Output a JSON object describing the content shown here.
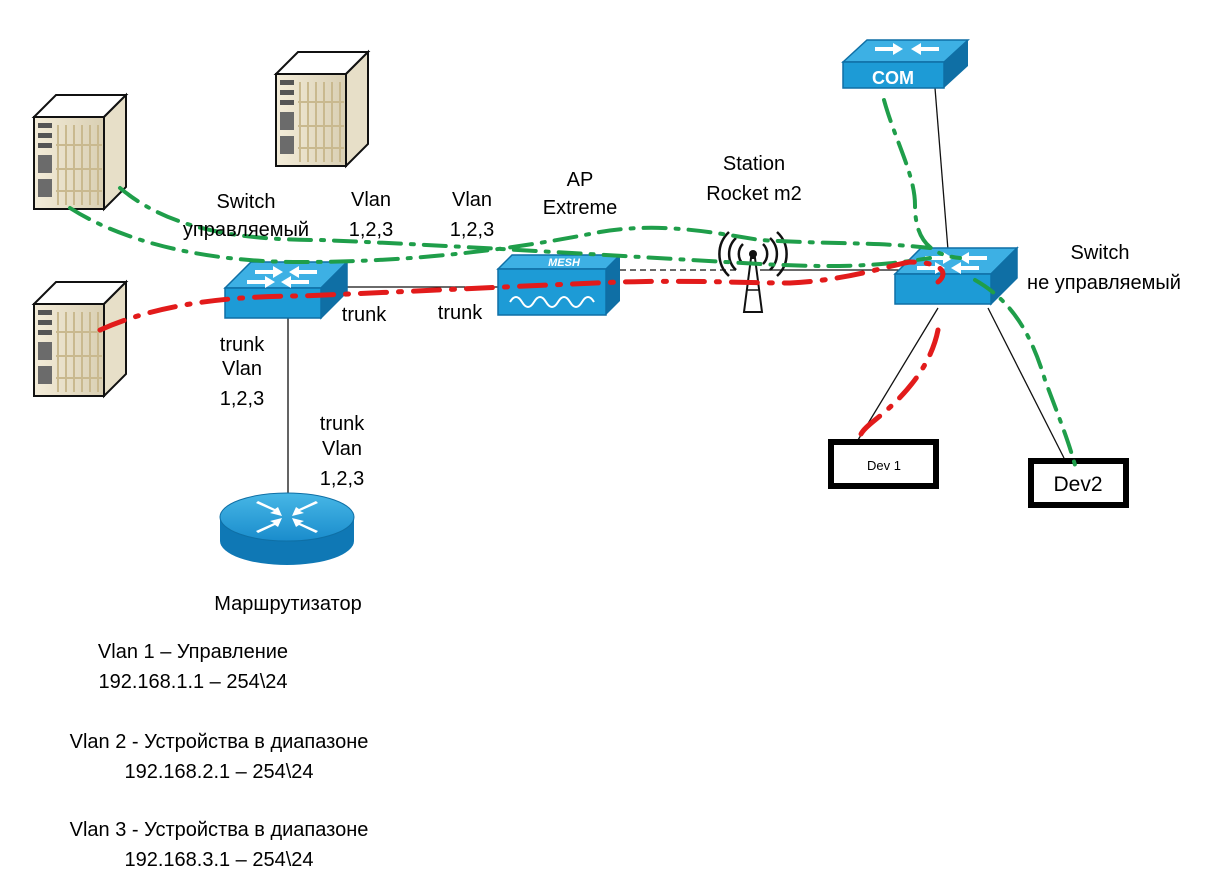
{
  "colors": {
    "vlan_green": "#1f9e4a",
    "vlan_red": "#e21b1b",
    "device_blue": "#1d9bd6",
    "device_blue_dark": "#0f6fa5"
  },
  "nodes": {
    "managed_switch": {
      "label_1": "Switch",
      "label_2": "управляемый"
    },
    "ap": {
      "label_1": "AP",
      "label_2": "Extreme",
      "icon_text": "MESH"
    },
    "station": {
      "label_1": "Station",
      "label_2": "Rocket m2"
    },
    "unmanaged_switch": {
      "label_1": "Switch",
      "label_2": "не управляемый"
    },
    "com_switch": {
      "icon_text": "COM"
    },
    "router": {
      "label": "Маршрутизатор"
    },
    "dev1": {
      "label": "Dev 1"
    },
    "dev2": {
      "label": "Dev2"
    }
  },
  "links": {
    "vlan_a": {
      "line1": "Vlan",
      "line2": "1,2,3"
    },
    "vlan_b": {
      "line1": "Vlan",
      "line2": "1,2,3"
    },
    "trunk_a": "trunk",
    "trunk_b": "trunk",
    "switch_down": {
      "line1": "trunk",
      "line2": "Vlan",
      "line3": "1,2,3"
    },
    "router_up": {
      "line1": "trunk",
      "line2": "Vlan",
      "line3": "1,2,3"
    }
  },
  "legend": [
    {
      "line1": "Vlan 1 – Управление",
      "line2": "192.168.1.1 – 254\\24"
    },
    {
      "line1": "Vlan 2 - Устройства в диапазоне",
      "line2": "192.168.2.1 – 254\\24"
    },
    {
      "line1": "Vlan 3 - Устройства в диапазоне",
      "line2": "192.168.3.1 – 254\\24"
    }
  ]
}
